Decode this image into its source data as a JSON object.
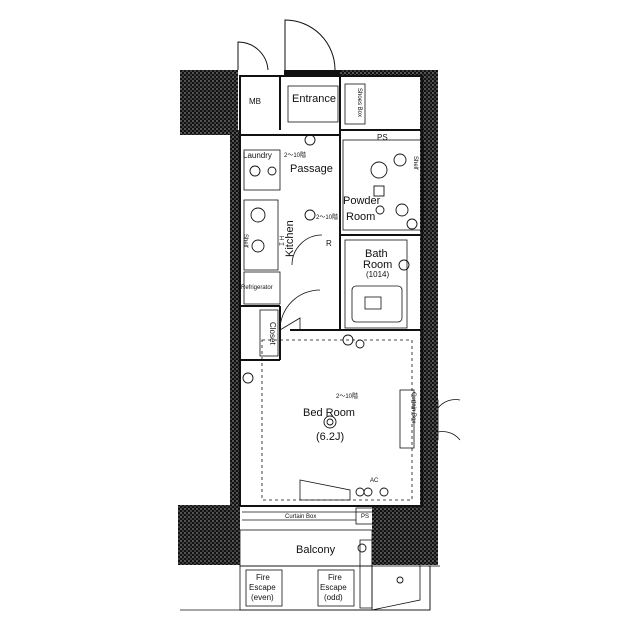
{
  "rooms": {
    "entrance": "Entrance",
    "shoes_box": "Shoes Box",
    "mb": "MB",
    "ps_top": "PS",
    "laundry": "Laundry",
    "passage": "Passage",
    "powder_line1": "Powder",
    "powder_line2": "Room",
    "kitchen_line1": "Kitchen",
    "kitchen_line2": "ＩＨ",
    "shelf_kitchen": "Shelf",
    "shelf_bath": "Shelf",
    "refrigerator": "Refrigerator",
    "bath_line1": "Bath",
    "bath_line2": "Room",
    "bath_size": "(1014)",
    "closet": "Closet",
    "bedroom": "Bed Room",
    "bedroom_size": "(6.2J)",
    "curtain_box_side": "Curtain Box",
    "curtain_box_bottom": "Curtain Box",
    "ps_bottom": "PS",
    "balcony": "Balcony",
    "fire_even_1": "Fire",
    "fire_even_2": "Escape",
    "fire_even_3": "(even)",
    "fire_odd_1": "Fire",
    "fire_odd_2": "Escape",
    "fire_odd_3": "(odd)",
    "floor_note_1": "2～10階",
    "floor_note_2": "2～10階",
    "floor_note_3": "2～10階",
    "ac": "AC",
    "r_mark": "R"
  }
}
